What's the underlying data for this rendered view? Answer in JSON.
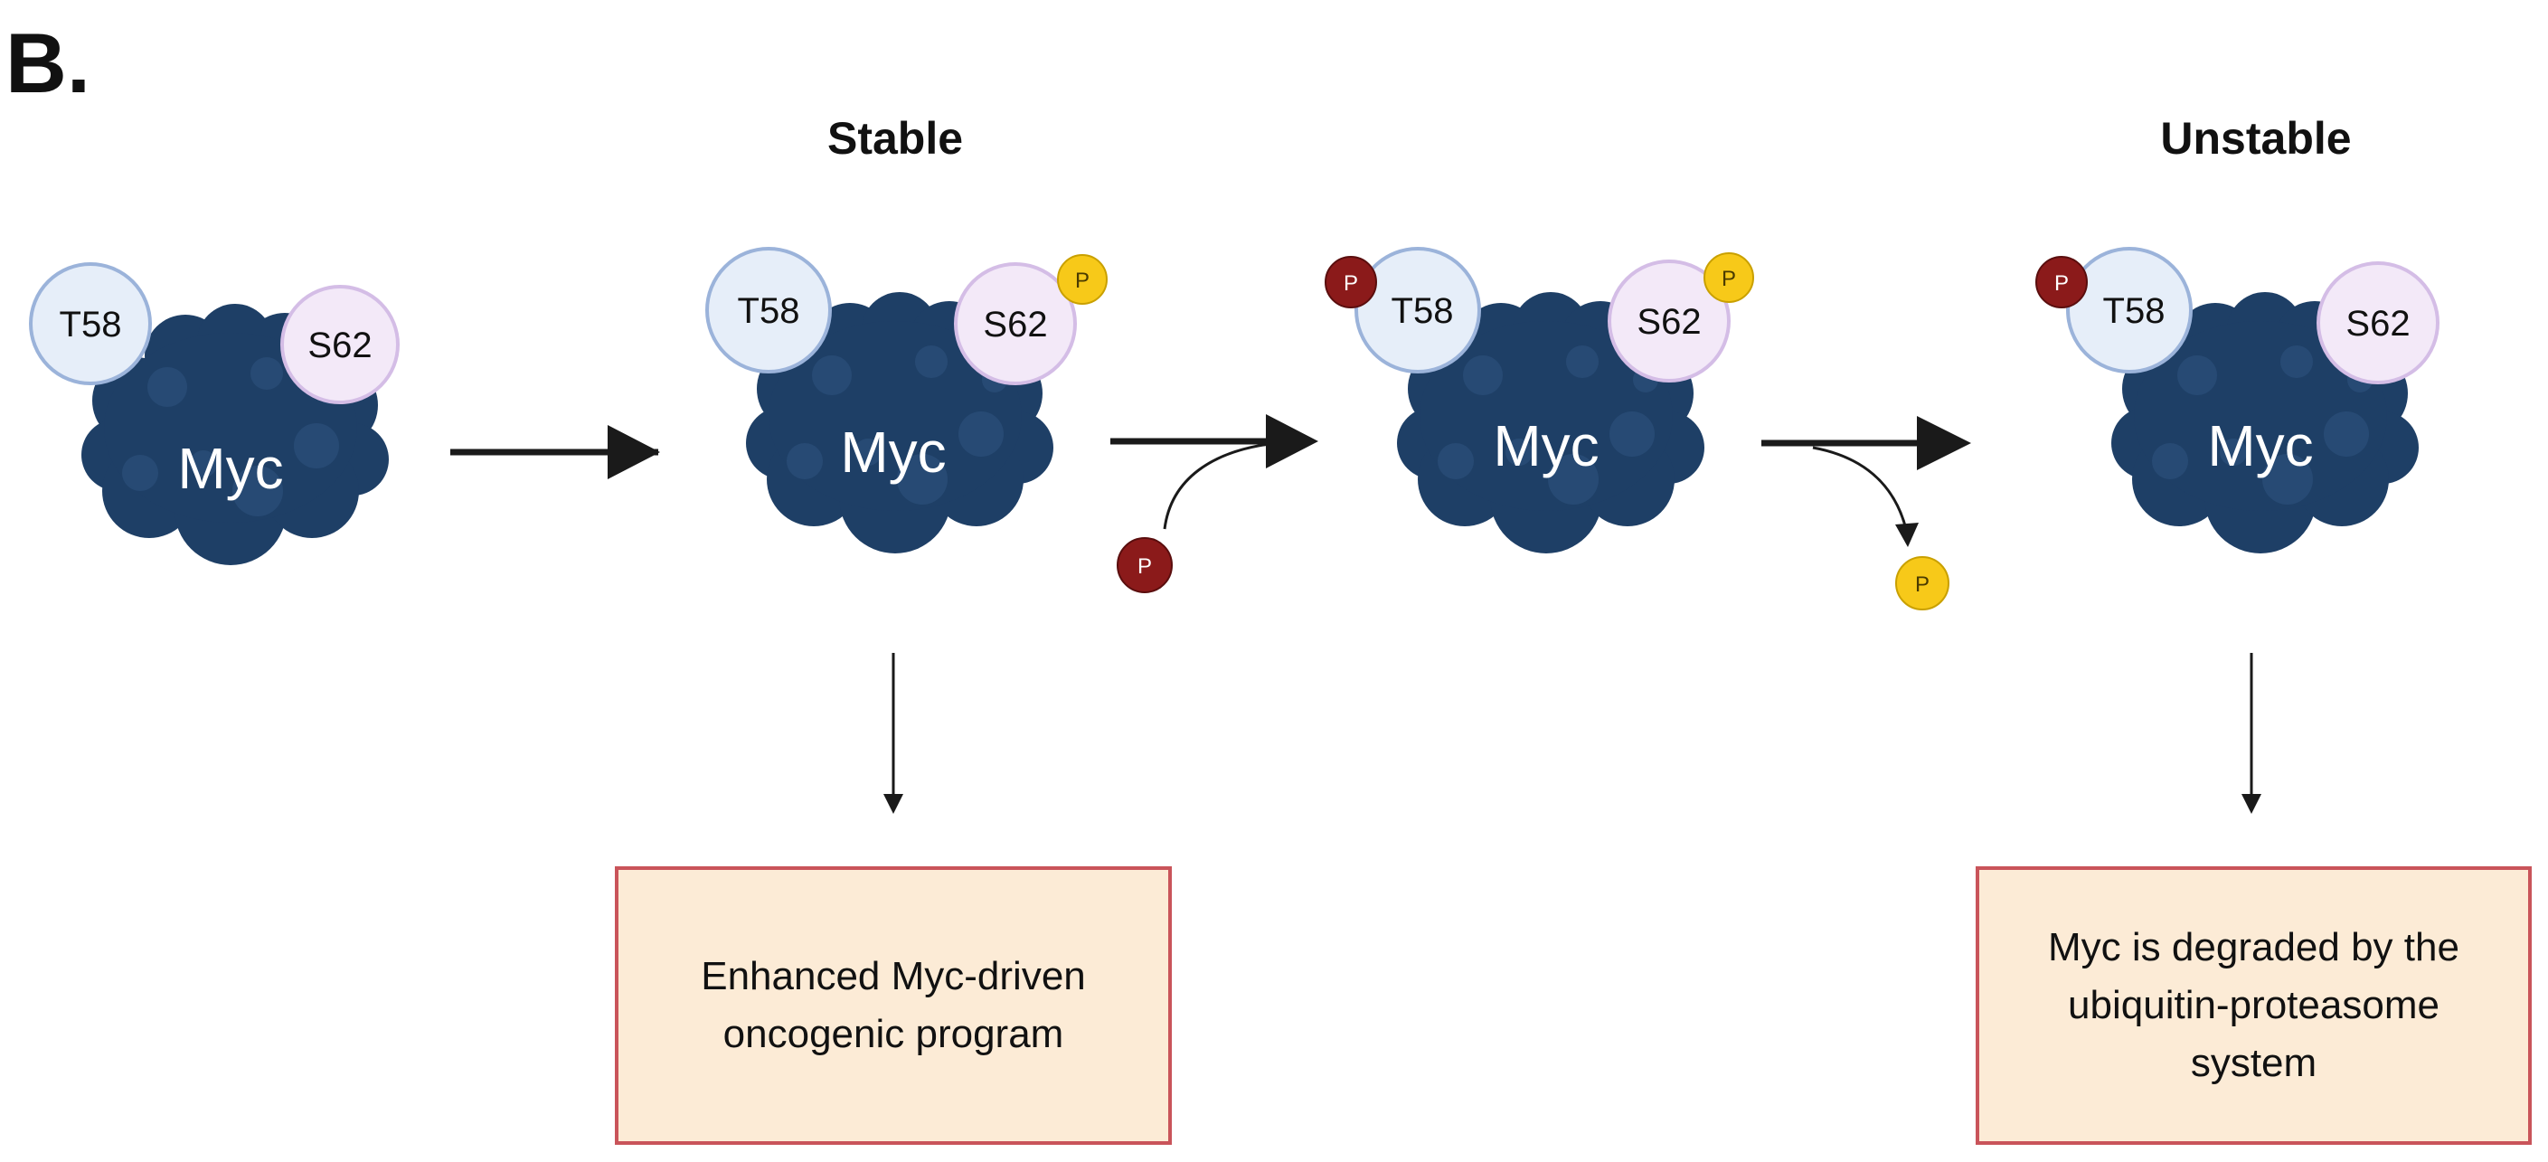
{
  "figure": {
    "panel_label": "B.",
    "states": {
      "stable_title": "Stable",
      "unstable_title": "Unstable"
    },
    "protein_label": "Myc",
    "sites": {
      "t58": "T58",
      "s62": "S62"
    },
    "phosphate_label": "P",
    "outcomes": {
      "stable": "Enhanced Myc-driven oncogenic program",
      "unstable": "Myc is degraded by the ubiquitin-proteasome system"
    },
    "colors": {
      "myc_body": "#1e3f66",
      "myc_bumps": "#2f5480",
      "t58_fill": "#e6eef9",
      "t58_stroke": "#9bb3da",
      "s62_fill": "#f3e9f8",
      "s62_stroke": "#d4bde6",
      "phospho_t58": "#8b1a1a",
      "phospho_s62": "#f7c919",
      "outcome_fill": "#fcebd6",
      "outcome_border": "#c9545a",
      "arrow": "#1a1a1a"
    }
  }
}
